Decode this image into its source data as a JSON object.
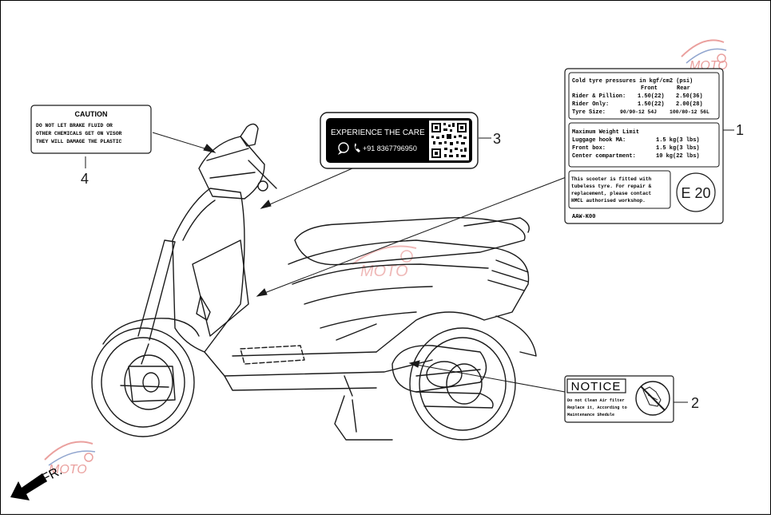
{
  "callouts": {
    "c1": "1",
    "c2": "2",
    "c3": "3",
    "c4": "4"
  },
  "caution_label": {
    "title": "CAUTION",
    "line1": "DO NOT LET BRAKE FLUID OR",
    "line2": "OTHER CHEMICALS GET ON VISOR",
    "line3": "THEY WILL DAMAGE THE PLASTIC"
  },
  "care_label": {
    "title": "EXPERIENCE THE CARE",
    "phone": "+91 8367796950"
  },
  "spec_label": {
    "tyre_heading": "Cold tyre pressures in kgf/cm2 (psi)",
    "col_front": "Front",
    "col_rear": "Rear",
    "rider_pillion_label": "Rider & Pillion:",
    "rider_pillion_front": "1.50(22)",
    "rider_pillion_rear": "2.50(36)",
    "rider_only_label": "Rider Only:",
    "rider_only_front": "1.50(22)",
    "rider_only_rear": "2.00(28)",
    "tyre_size_label": "Tyre Size:",
    "tyre_size_front": "90/90-12 54J",
    "tyre_size_rear": "100/80-12 56L",
    "weight_heading": "Maximum Weight Limit",
    "luggage_label": "Luggage hook MA:",
    "luggage_value": "1.5 kg(3 lbs)",
    "frontbox_label": "Front box:",
    "frontbox_value": "1.5 kg(3 lbs)",
    "center_label": "Center compartment:",
    "center_value": "10 kg(22 lbs)",
    "tubeless_1": "This scooter is fitted with",
    "tubeless_2": "tubeless tyre. For repair &",
    "tubeless_3": "replacement, please contact",
    "tubeless_4": "HMCL authorised workshop.",
    "emblem": "E 20",
    "part_code": "AAW-K00"
  },
  "notice_label": {
    "title": "NOTICE",
    "line1": "Do not Clean Air filter",
    "line2": "Replace it, According to",
    "line3": "Maintenance Shedule"
  },
  "direction": {
    "label": "FR."
  },
  "colors": {
    "line": "#1a1a1a",
    "label_dark": "#000000",
    "watermark_red": "#d9534f",
    "watermark_blue": "#3a5fa8"
  }
}
